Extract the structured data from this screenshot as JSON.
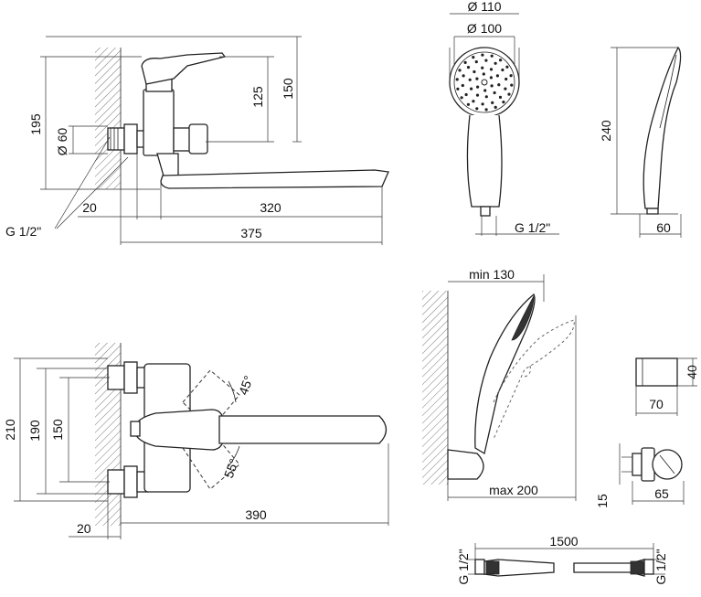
{
  "dimensions": {
    "top_faucet": {
      "height_total": "195",
      "outlet_diameter": "Ø 60",
      "height_upper": "125",
      "height_mid": "150",
      "wall_offset": "20",
      "spout_reach": "320",
      "overall_reach": "375",
      "thread": "G 1/2\""
    },
    "hand_shower": {
      "outer_diameter": "Ø 110",
      "inner_diameter": "Ø 100",
      "thread": "G 1/2\"",
      "length": "240",
      "depth": "60"
    },
    "front_view": {
      "height_total": "210",
      "height_mid": "190",
      "height_inner": "150",
      "angle_up": "45°",
      "angle_down": "55°",
      "wall_offset": "20",
      "spout_length": "390"
    },
    "holder": {
      "min_distance": "min 130",
      "max_distance": "max 200"
    },
    "bracket": {
      "height": "40",
      "width": "70",
      "depth": "65",
      "offset": "15"
    },
    "hose": {
      "length": "1500",
      "thread_left": "G 1/2\"",
      "thread_right": "G 1/2\""
    }
  }
}
